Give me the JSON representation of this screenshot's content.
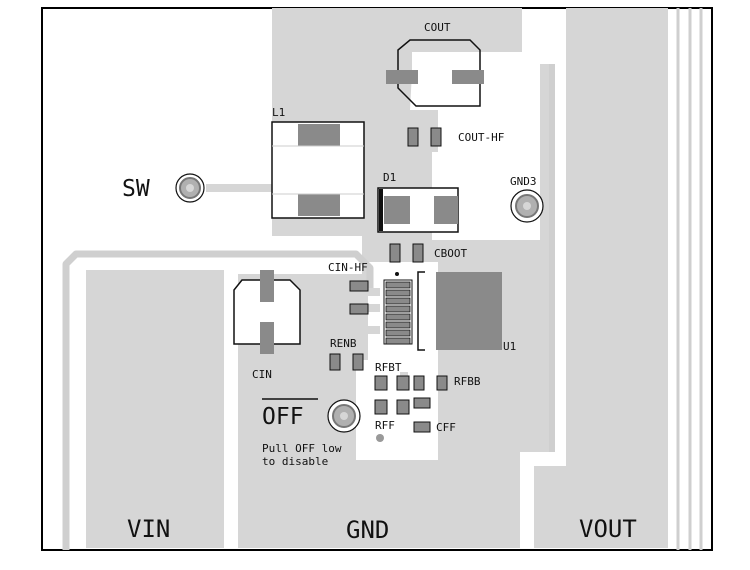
{
  "board": {
    "nets": {
      "vin": "VIN",
      "gnd": "GND",
      "vout": "VOUT",
      "sw": "SW",
      "off": "OFF"
    },
    "components": {
      "cout": "COUT",
      "cout_hf": "COUT-HF",
      "l1": "L1",
      "d1": "D1",
      "gnd3": "GND3",
      "cboot": "CBOOT",
      "cin_hf": "CIN-HF",
      "cin": "CIN",
      "renb": "RENB",
      "rfbt": "RFBT",
      "rfbb": "RFBB",
      "rff": "RFF",
      "cff": "CFF",
      "u1": "U1"
    },
    "note_line1": "Pull OFF low",
    "note_line2": "to disable",
    "colors": {
      "copper": "#d6d6d6",
      "pad": "#8a8a8a",
      "outline": "#111111",
      "background": "#ffffff"
    }
  }
}
